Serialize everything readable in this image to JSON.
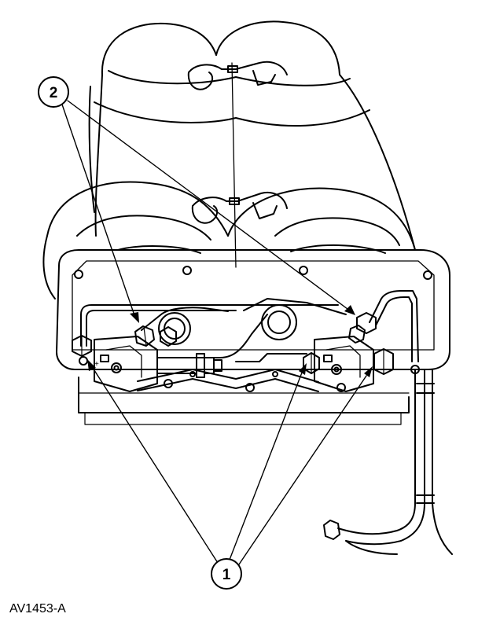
{
  "figure": {
    "id": "AV1453-A",
    "callouts": [
      {
        "label": "2"
      },
      {
        "label": "1"
      }
    ]
  }
}
